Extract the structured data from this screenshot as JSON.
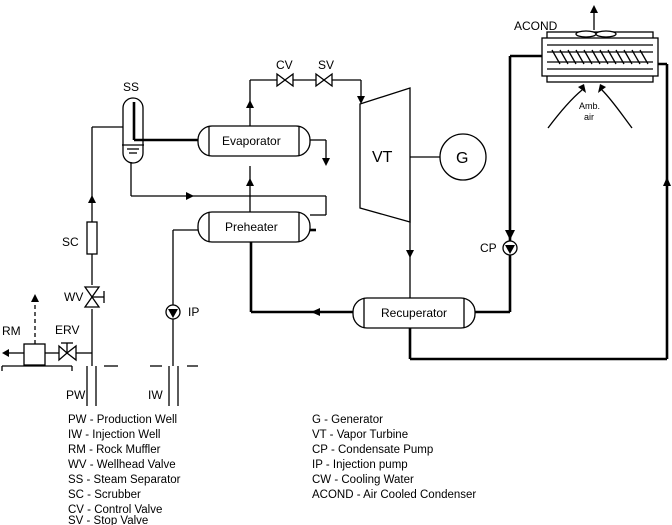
{
  "colors": {
    "line": "#000000",
    "background": "#ffffff"
  },
  "components": {
    "acond": "ACOND",
    "ss": "SS",
    "cv": "CV",
    "sv": "SV",
    "evaporator": "Evaporator",
    "preheater": "Preheater",
    "vt": "VT",
    "g": "G",
    "cp": "CP",
    "recuperator": "Recuperator",
    "sc": "SC",
    "wv": "WV",
    "rm": "RM",
    "erv": "ERV",
    "ip": "IP",
    "pw": "PW",
    "iw": "IW",
    "amb_air_1": "Amb.",
    "amb_air_2": "air"
  },
  "legend_left": [
    "PW - Production Well",
    "IW - Injection Well",
    "RM - Rock Muffler",
    "WV - Wellhead Valve",
    "SS - Steam Separator",
    "SC - Scrubber",
    "CV - Control Valve",
    "SV - Stop Valve"
  ],
  "legend_right": [
    "G - Generator",
    "VT - Vapor Turbine",
    "CP - Condensate Pump",
    "IP - Injection pump",
    "CW - Cooling Water",
    "ACOND - Air Cooled Condenser"
  ]
}
